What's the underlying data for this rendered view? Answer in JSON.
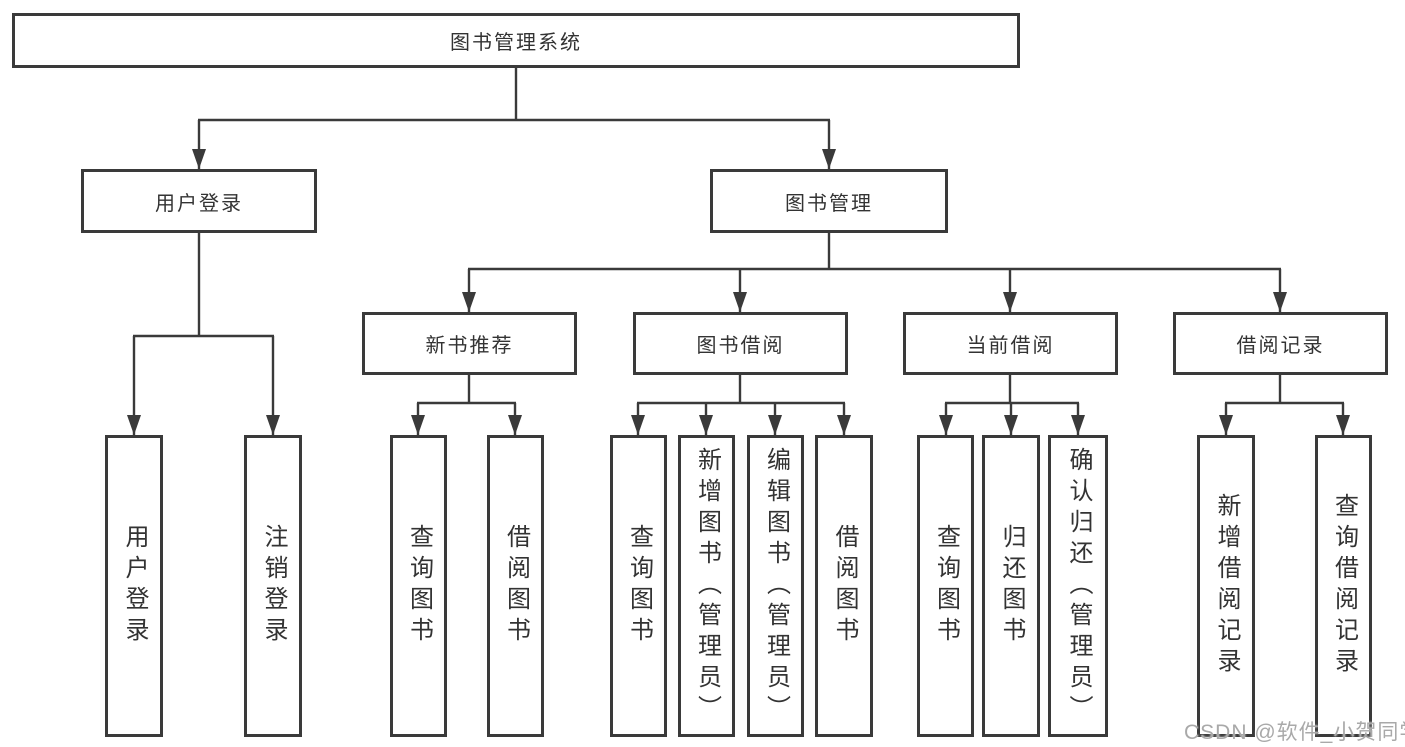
{
  "nodes": {
    "root": "图书管理系统",
    "user_login": "用户登录",
    "book_management": "图书管理",
    "new_book_recommend": "新书推荐",
    "book_borrow": "图书借阅",
    "current_borrow": "当前借阅",
    "borrow_record": "借阅记录",
    "leaf_user_login": "用户登录",
    "leaf_logout": "注销登录",
    "leaf_nbr_query": "查询图书",
    "leaf_nbr_borrow": "借阅图书",
    "leaf_bb_query": "查询图书",
    "leaf_bb_add": "新增图书（管理员）",
    "leaf_bb_edit": "编辑图书（管理员）",
    "leaf_bb_borrow": "借阅图书",
    "leaf_cb_query": "查询图书",
    "leaf_cb_return": "归还图书",
    "leaf_cb_confirm": "确认归还（管理员）",
    "leaf_br_add": "新增借阅记录",
    "leaf_br_query": "查询借阅记录"
  },
  "watermark": "CSDN @软件_小贺同学",
  "colors": {
    "line": "#3a3a3a",
    "text": "#333333",
    "watermark": "#a9a9a9",
    "background": "#ffffff"
  }
}
